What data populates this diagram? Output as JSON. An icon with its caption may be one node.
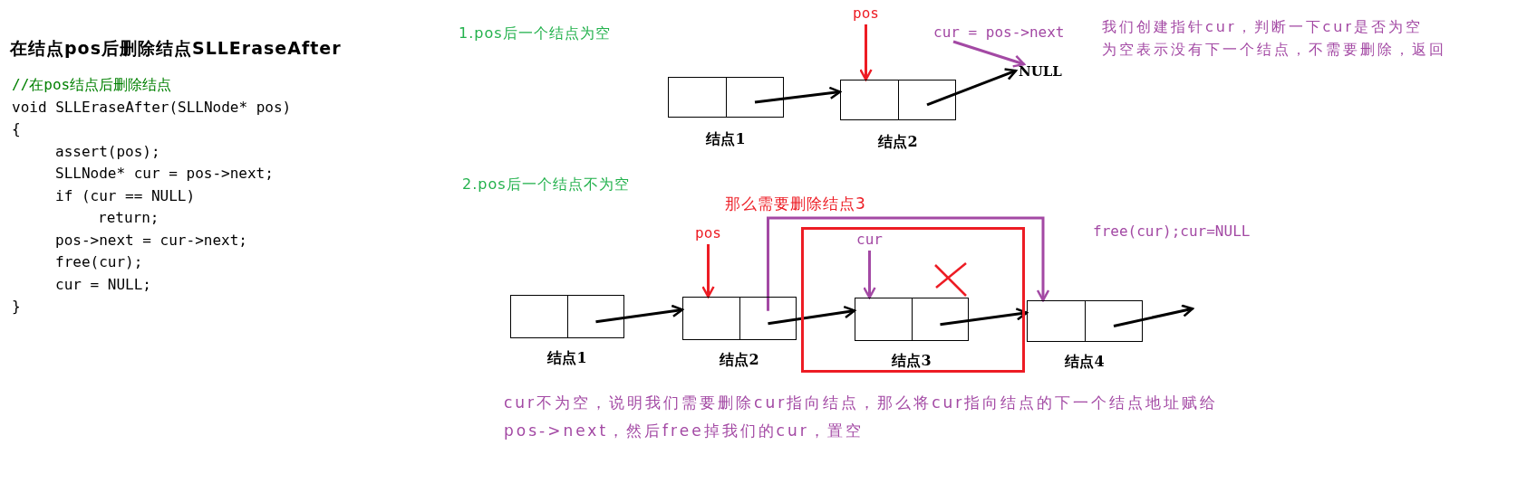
{
  "diagram": {
    "nodes": [
      {
        "text": [
          "结点1"
        ]
      },
      {
        "text": [
          "结点2"
        ]
      },
      {
        "text": [
          "pos"
        ]
      },
      {
        "text": [
          "cur = pos->next"
        ]
      },
      {
        "text": [
          "NULL"
        ]
      },
      {
        "text": [
          "那么需要删除结点3"
        ]
      },
      {
        "text": [
          "结点1"
        ]
      },
      {
        "text": [
          "pos"
        ]
      },
      {
        "text": [
          "结点2"
        ]
      },
      {
        "text": [
          "cur"
        ],
        "in": 5
      },
      {
        "text": [
          "结点3"
        ],
        "in": 5
      },
      {
        "text": [
          "结点4"
        ]
      }
    ],
    "edges": [
      {
        "from": 0,
        "to": 1,
        "arrow": "to"
      },
      {
        "from": 1,
        "to": 4,
        "arrow": "to"
      },
      {
        "from": 2,
        "to": 1,
        "arrow": "to",
        "color": "#ed1c24"
      },
      {
        "from": 3,
        "to": 4,
        "arrow": "to",
        "color": "#a349a4"
      },
      {
        "from": 6,
        "to": 8,
        "arrow": "to"
      },
      {
        "from": 7,
        "to": 8,
        "arrow": "to",
        "color": "#ed1c24"
      },
      {
        "from": 8,
        "to": 10,
        "arrow": "to"
      },
      {
        "from": 9,
        "to": 10,
        "arrow": "to",
        "color": "#a349a4"
      },
      {
        "from": 10,
        "to": 11,
        "arrow": "to"
      },
      {
        "from": 11,
        "to": null,
        "arrow": "to"
      },
      {
        "from": 8,
        "to": 11,
        "arrow": "to",
        "color": "#a349a4"
      }
    ],
    "labels": [
      "在结点pos后删除结点SLLEraseAfter",
      "//在pos结点后删除结点",
      "void SLLEraseAfter(SLLNode* pos)",
      "{",
      "assert(pos);",
      "SLLNode* cur = pos->next;",
      "if (cur == NULL)",
      "return;",
      "pos->next = cur->next;",
      "free(cur);",
      "cur = NULL;",
      "}",
      "1.pos后一个结点为空",
      "我们创建指针cur，判断一下cur是否为空",
      "为空表示没有下一个结点，不需要删除，返回",
      "2.pos后一个结点不为空",
      "free(cur);cur=NULL",
      "cur不为空，说明我们需要删除cur指向结点，那么将cur指向结点的下一个结点地址赋给pos->next，然后free掉我们的cur，置空"
    ]
  }
}
